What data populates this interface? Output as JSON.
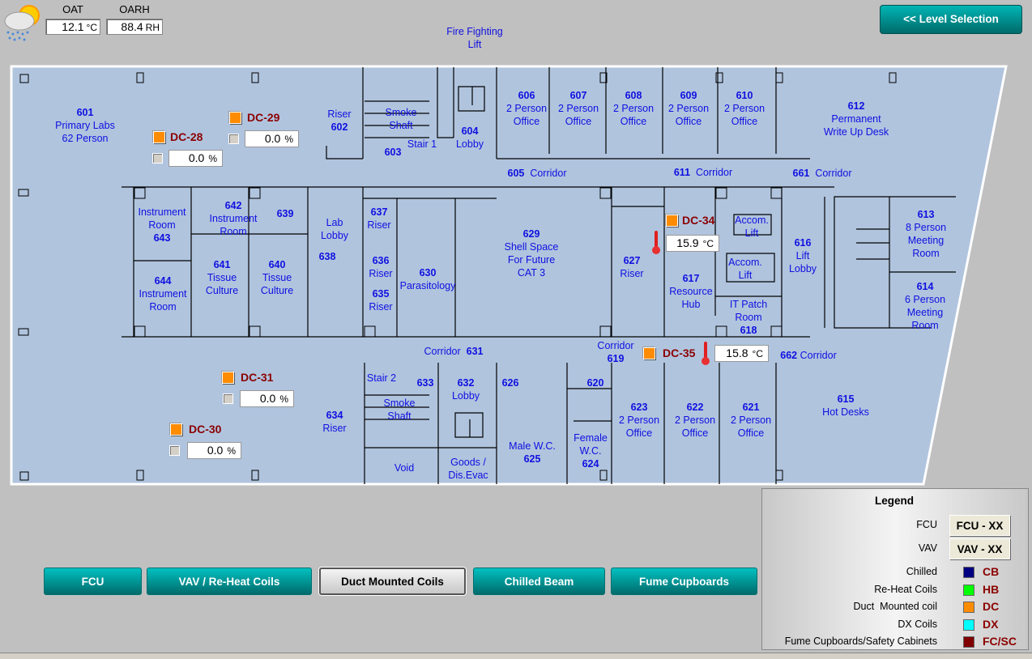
{
  "weather": {
    "icon": "cloud-sun-rain-icon",
    "oat_label": "OAT",
    "oat_value": "12.1",
    "oat_unit": "°C",
    "oarh_label": "OARH",
    "oarh_value": "88.4",
    "oarh_unit": "RH"
  },
  "nav": {
    "level_selection": "<< Level Selection"
  },
  "fire_lift": "Fire Fighting\nLift",
  "rooms": [
    {
      "num": "601",
      "name": "Primary Labs\n62 Person"
    },
    {
      "num": "602",
      "name": "Riser",
      "numfirst": false
    },
    {
      "num": "603",
      "name": ""
    },
    {
      "num": "604",
      "name": "Lobby"
    },
    {
      "num": "605",
      "name": "Corridor"
    },
    {
      "num": "606",
      "name": "2 Person\nOffice"
    },
    {
      "num": "607",
      "name": "2 Person\nOffice"
    },
    {
      "num": "608",
      "name": "2 Person\nOffice"
    },
    {
      "num": "609",
      "name": "2 Person\nOffice"
    },
    {
      "num": "610",
      "name": "2 Person\nOffice"
    },
    {
      "num": "611",
      "name": "Corridor"
    },
    {
      "num": "612",
      "name": "Permanent\nWrite Up Desk"
    },
    {
      "num": "661",
      "name": "Corridor"
    },
    {
      "num": "",
      "name": "Smoke\nShaft"
    },
    {
      "num": "",
      "name": "Stair 1"
    },
    {
      "num": "643",
      "name": "Instrument\nRoom"
    },
    {
      "num": "642",
      "name": "Instrument\nRoom"
    },
    {
      "num": "639",
      "name": ""
    },
    {
      "num": "641",
      "name": "Tissue\nCulture"
    },
    {
      "num": "640",
      "name": "Tissue\nCulture"
    },
    {
      "num": "644",
      "name": "Instrument\nRoom"
    },
    {
      "num": "",
      "name": "Lab\nLobby"
    },
    {
      "num": "638",
      "name": ""
    },
    {
      "num": "637",
      "name": "Riser"
    },
    {
      "num": "636",
      "name": "Riser"
    },
    {
      "num": "635",
      "name": "Riser"
    },
    {
      "num": "630",
      "name": "Parasitology"
    },
    {
      "num": "629",
      "name": "Shell Space\nFor Future\nCAT 3"
    },
    {
      "num": "627",
      "name": "Riser"
    },
    {
      "num": "617",
      "name": "Resource\nHub"
    },
    {
      "num": "",
      "name": "Accom.\nLift"
    },
    {
      "num": "",
      "name": "Accom.\nLift"
    },
    {
      "num": "616",
      "name": "Lift\nLobby"
    },
    {
      "num": "613",
      "name": "8 Person\nMeeting\nRoom"
    },
    {
      "num": "614",
      "name": "6 Person\nMeeting\nRoom"
    },
    {
      "num": "618",
      "name": "IT Patch\nRoom"
    },
    {
      "num": "631",
      "name": "Corridor"
    },
    {
      "num": "619",
      "name": "Corridor"
    },
    {
      "num": "662",
      "name": "Corridor"
    },
    {
      "num": "",
      "name": "Stair 2"
    },
    {
      "num": "633",
      "name": ""
    },
    {
      "num": "632",
      "name": "Lobby"
    },
    {
      "num": "626",
      "name": ""
    },
    {
      "num": "620",
      "name": ""
    },
    {
      "num": "",
      "name": "Smoke\nShaft"
    },
    {
      "num": "634",
      "name": "Riser"
    },
    {
      "num": "",
      "name": "Void"
    },
    {
      "num": "",
      "name": "Goods /\nDis.Evac"
    },
    {
      "num": "625",
      "name": "Male W.C."
    },
    {
      "num": "624",
      "name": "Female\nW.C."
    },
    {
      "num": "623",
      "name": "2 Person\nOffice"
    },
    {
      "num": "622",
      "name": "2 Person\nOffice"
    },
    {
      "num": "621",
      "name": "2 Person\nOffice"
    },
    {
      "num": "615",
      "name": "Hot Desks"
    }
  ],
  "units": [
    {
      "id": "DC-28",
      "value": "0.0",
      "unit": "%"
    },
    {
      "id": "DC-29",
      "value": "0.0",
      "unit": "%"
    },
    {
      "id": "DC-31",
      "value": "0.0",
      "unit": "%"
    },
    {
      "id": "DC-30",
      "value": "0.0",
      "unit": "%"
    },
    {
      "id": "DC-34",
      "value": "15.9",
      "unit": "°C",
      "icon": "thermometer-icon"
    },
    {
      "id": "DC-35",
      "value": "15.8",
      "unit": "°C",
      "icon": "thermometer-icon"
    }
  ],
  "tabs": [
    {
      "label": "FCU"
    },
    {
      "label": "VAV / Re-Heat Coils"
    },
    {
      "label": "Duct Mounted Coils",
      "active": true
    },
    {
      "label": "Chilled Beam"
    },
    {
      "label": "Fume Cupboards"
    }
  ],
  "legend": {
    "title": "Legend",
    "fcu_label": "FCU",
    "fcu_button": "FCU - XX",
    "vav_label": "VAV",
    "vav_button": "VAV - XX",
    "items": [
      {
        "label": "Chilled",
        "code": "CB",
        "color": "#000080"
      },
      {
        "label": "Re-Heat Coils",
        "code": "HB",
        "color": "#00ff00"
      },
      {
        "label": "Duct  Mounted coil",
        "code": "DC",
        "color": "#ff8c00"
      },
      {
        "label": "DX Coils",
        "code": "DX",
        "color": "#00ffff"
      },
      {
        "label": "Fume Cupboards/Safety Cabinets",
        "code": "FC/SC",
        "color": "#800000"
      }
    ]
  },
  "colors": {
    "floor": "#b0c4de",
    "wall": "#000000",
    "tab": "#009a9a",
    "unit_label": "#8b0000",
    "room_text": "#1010e0"
  }
}
